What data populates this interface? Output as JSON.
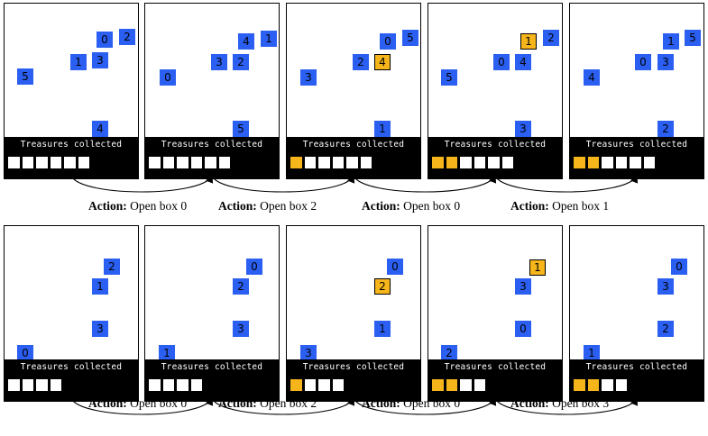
{
  "rows": [
    {
      "frames": [
        {
          "boxes": [
            {
              "n": "0",
              "c": "blue"
            },
            {
              "n": "2",
              "c": "blue"
            },
            {
              "n": "1",
              "c": "blue"
            },
            {
              "n": "3",
              "c": "blue"
            },
            {
              "n": "5",
              "c": "blue"
            },
            {
              "n": "4",
              "c": "blue"
            }
          ],
          "collected": 0,
          "slots": 6
        },
        {
          "boxes": [
            {
              "n": "4",
              "c": "blue"
            },
            {
              "n": "1",
              "c": "blue"
            },
            {
              "n": "3",
              "c": "blue"
            },
            {
              "n": "2",
              "c": "blue"
            },
            {
              "n": "0",
              "c": "blue"
            },
            {
              "n": "5",
              "c": "blue"
            }
          ],
          "collected": 0,
          "slots": 6
        },
        {
          "boxes": [
            {
              "n": "0",
              "c": "blue"
            },
            {
              "n": "5",
              "c": "blue"
            },
            {
              "n": "2",
              "c": "blue"
            },
            {
              "n": "4",
              "c": "gold"
            },
            {
              "n": "3",
              "c": "blue"
            },
            {
              "n": "1",
              "c": "blue"
            }
          ],
          "collected": 1,
          "slots": 6
        },
        {
          "boxes": [
            {
              "n": "1",
              "c": "gold"
            },
            {
              "n": "2",
              "c": "blue"
            },
            {
              "n": "0",
              "c": "blue"
            },
            {
              "n": "4",
              "c": "blue"
            },
            {
              "n": "5",
              "c": "blue"
            },
            {
              "n": "3",
              "c": "blue"
            }
          ],
          "collected": 2,
          "slots": 6
        },
        {
          "boxes": [
            {
              "n": "1",
              "c": "blue"
            },
            {
              "n": "5",
              "c": "blue"
            },
            {
              "n": "0",
              "c": "blue"
            },
            {
              "n": "3",
              "c": "blue"
            },
            {
              "n": "4",
              "c": "blue"
            },
            {
              "n": "2",
              "c": "blue"
            }
          ],
          "collected": 2,
          "slots": 6
        }
      ],
      "actions": [
        "Open box 0",
        "Open box 2",
        "Open box 0",
        "Open box 1"
      ]
    },
    {
      "frames": [
        {
          "boxes": [
            {
              "n": "2",
              "c": "blue"
            },
            {
              "n": "1",
              "c": "blue"
            },
            {
              "n": "3",
              "c": "blue"
            },
            {
              "n": "0",
              "c": "blue"
            }
          ],
          "collected": 0,
          "slots": 4
        },
        {
          "boxes": [
            {
              "n": "0",
              "c": "blue"
            },
            {
              "n": "2",
              "c": "blue"
            },
            {
              "n": "3",
              "c": "blue"
            },
            {
              "n": "1",
              "c": "blue"
            }
          ],
          "collected": 0,
          "slots": 4
        },
        {
          "boxes": [
            {
              "n": "0",
              "c": "blue"
            },
            {
              "n": "2",
              "c": "gold"
            },
            {
              "n": "1",
              "c": "blue"
            },
            {
              "n": "3",
              "c": "blue"
            }
          ],
          "collected": 1,
          "slots": 4
        },
        {
          "boxes": [
            {
              "n": "1",
              "c": "gold"
            },
            {
              "n": "3",
              "c": "blue"
            },
            {
              "n": "0",
              "c": "blue"
            },
            {
              "n": "2",
              "c": "blue"
            }
          ],
          "collected": 2,
          "slots": 4
        },
        {
          "boxes": [
            {
              "n": "0",
              "c": "blue"
            },
            {
              "n": "3",
              "c": "blue"
            },
            {
              "n": "2",
              "c": "blue"
            },
            {
              "n": "1",
              "c": "blue"
            }
          ],
          "collected": 2,
          "slots": 4
        }
      ],
      "actions": [
        "Open box 0",
        "Open box 2",
        "Open box 0",
        "Open box 3"
      ]
    }
  ],
  "labels": {
    "bar_title": "Treasures collected",
    "action_prefix": "Action:"
  },
  "colors": {
    "box_blue": "#2b5ff2",
    "treasure_gold": "#f5b51b",
    "bar_black": "#000000"
  }
}
